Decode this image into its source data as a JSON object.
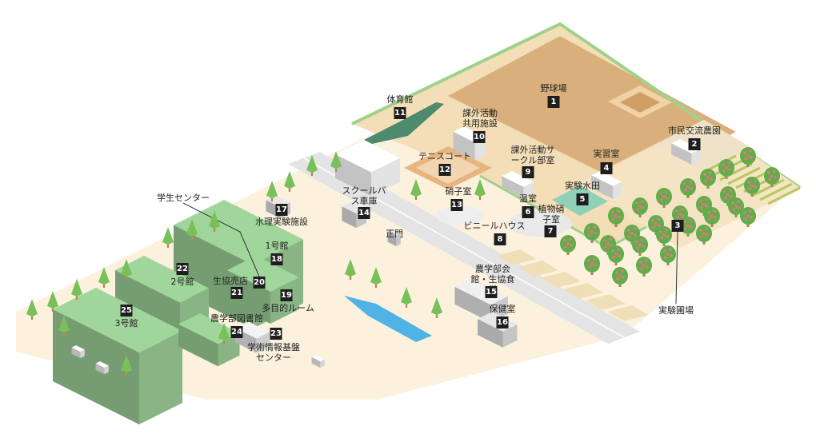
{
  "map": {
    "buildings": [
      {
        "id": "1",
        "number": "1",
        "name": "野球場"
      },
      {
        "id": "2",
        "number": "2",
        "name": "市民交流農園"
      },
      {
        "id": "3",
        "number": "3",
        "name": "実験圃場"
      },
      {
        "id": "4",
        "number": "4",
        "name": "実習室"
      },
      {
        "id": "5",
        "number": "5",
        "name": "実験水田"
      },
      {
        "id": "6",
        "number": "6",
        "name": "温室"
      },
      {
        "id": "7",
        "number": "7",
        "name": "植物硝子室"
      },
      {
        "id": "8",
        "number": "8",
        "name": "ビニールハウス"
      },
      {
        "id": "9",
        "number": "9",
        "name": "課外活動サークル部室"
      },
      {
        "id": "10",
        "number": "10",
        "name": "課外活動共用施設"
      },
      {
        "id": "11",
        "number": "11",
        "name": "体育館"
      },
      {
        "id": "12",
        "number": "12",
        "name": "テニスコート"
      },
      {
        "id": "13",
        "number": "13",
        "name": "硝子室"
      },
      {
        "id": "14",
        "number": "14",
        "name": "スクールバス車庫"
      },
      {
        "id": "15",
        "number": "15",
        "name": "農学部会館・生協食堂"
      },
      {
        "id": "16",
        "number": "16",
        "name": "保健室"
      },
      {
        "id": "17",
        "number": "17",
        "name": "水理実験施設"
      },
      {
        "id": "18",
        "number": "18",
        "name": "1号館"
      },
      {
        "id": "19",
        "number": "19",
        "name": "多目的ルーム"
      },
      {
        "id": "20",
        "number": "20",
        "name": "学生センター"
      },
      {
        "id": "21",
        "number": "21",
        "name": "生協売店"
      },
      {
        "id": "22",
        "number": "22",
        "name": "2号館"
      },
      {
        "id": "23",
        "number": "23",
        "name": "学術情報基盤センター"
      },
      {
        "id": "24",
        "number": "24",
        "name": "農学部図書館"
      },
      {
        "id": "25",
        "number": "25",
        "name": "3号館"
      }
    ],
    "other_labels": {
      "main_gate": "正門"
    },
    "colors": {
      "ground": "#fbf1dd",
      "field": "#d9b07b",
      "building_green": "#8fbf8a",
      "roof_dark_green": "#4e8a6e",
      "road": "#e4e4e4",
      "tree": "#79bf5a",
      "orchard": "#60ad4c",
      "fruit": "#e8777f",
      "water": "#4fb3e6"
    }
  }
}
